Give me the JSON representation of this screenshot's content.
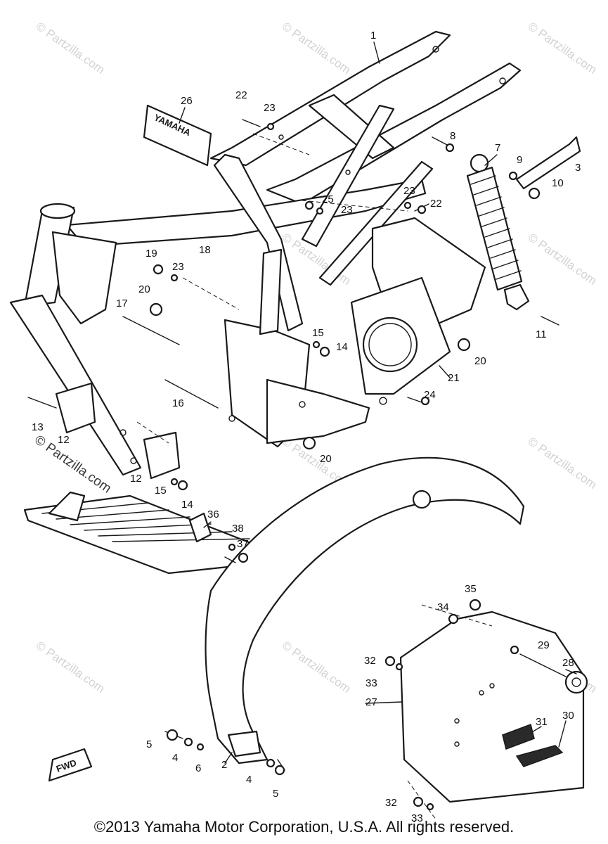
{
  "copyright": "©2013 Yamaha Motor Corporation, U.S.A. All rights reserved.",
  "watermark": "© Partzilla.com",
  "fwd_label": "FWD",
  "tank_logo": "YAMAHA",
  "callouts": [
    {
      "id": "c1",
      "label": "1"
    },
    {
      "id": "c2",
      "label": "2"
    },
    {
      "id": "c3",
      "label": "3"
    },
    {
      "id": "c4a",
      "label": "4"
    },
    {
      "id": "c4b",
      "label": "4"
    },
    {
      "id": "c5a",
      "label": "5"
    },
    {
      "id": "c5b",
      "label": "5"
    },
    {
      "id": "c6",
      "label": "6"
    },
    {
      "id": "c7",
      "label": "7"
    },
    {
      "id": "c8",
      "label": "8"
    },
    {
      "id": "c9",
      "label": "9"
    },
    {
      "id": "c10",
      "label": "10"
    },
    {
      "id": "c11",
      "label": "11"
    },
    {
      "id": "c12a",
      "label": "12"
    },
    {
      "id": "c12b",
      "label": "12"
    },
    {
      "id": "c13",
      "label": "13"
    },
    {
      "id": "c14a",
      "label": "14"
    },
    {
      "id": "c14b",
      "label": "14"
    },
    {
      "id": "c15a",
      "label": "15"
    },
    {
      "id": "c15b",
      "label": "15"
    },
    {
      "id": "c16",
      "label": "16"
    },
    {
      "id": "c17",
      "label": "17"
    },
    {
      "id": "c18",
      "label": "18"
    },
    {
      "id": "c19",
      "label": "19"
    },
    {
      "id": "c20a",
      "label": "20"
    },
    {
      "id": "c20b",
      "label": "20"
    },
    {
      "id": "c20c",
      "label": "20"
    },
    {
      "id": "c21",
      "label": "21"
    },
    {
      "id": "c22a",
      "label": "22"
    },
    {
      "id": "c22b",
      "label": "22"
    },
    {
      "id": "c23a",
      "label": "23"
    },
    {
      "id": "c23b",
      "label": "23"
    },
    {
      "id": "c23c",
      "label": "23"
    },
    {
      "id": "c23d",
      "label": "23"
    },
    {
      "id": "c24",
      "label": "24"
    },
    {
      "id": "c25",
      "label": "25"
    },
    {
      "id": "c26",
      "label": "26"
    },
    {
      "id": "c27",
      "label": "27"
    },
    {
      "id": "c28",
      "label": "28"
    },
    {
      "id": "c29",
      "label": "29"
    },
    {
      "id": "c30",
      "label": "30"
    },
    {
      "id": "c31",
      "label": "31"
    },
    {
      "id": "c32a",
      "label": "32"
    },
    {
      "id": "c32b",
      "label": "32"
    },
    {
      "id": "c33a",
      "label": "33"
    },
    {
      "id": "c33b",
      "label": "33"
    },
    {
      "id": "c34",
      "label": "34"
    },
    {
      "id": "c35",
      "label": "35"
    },
    {
      "id": "c36",
      "label": "36"
    },
    {
      "id": "c37",
      "label": "37"
    },
    {
      "id": "c38",
      "label": "38"
    }
  ]
}
